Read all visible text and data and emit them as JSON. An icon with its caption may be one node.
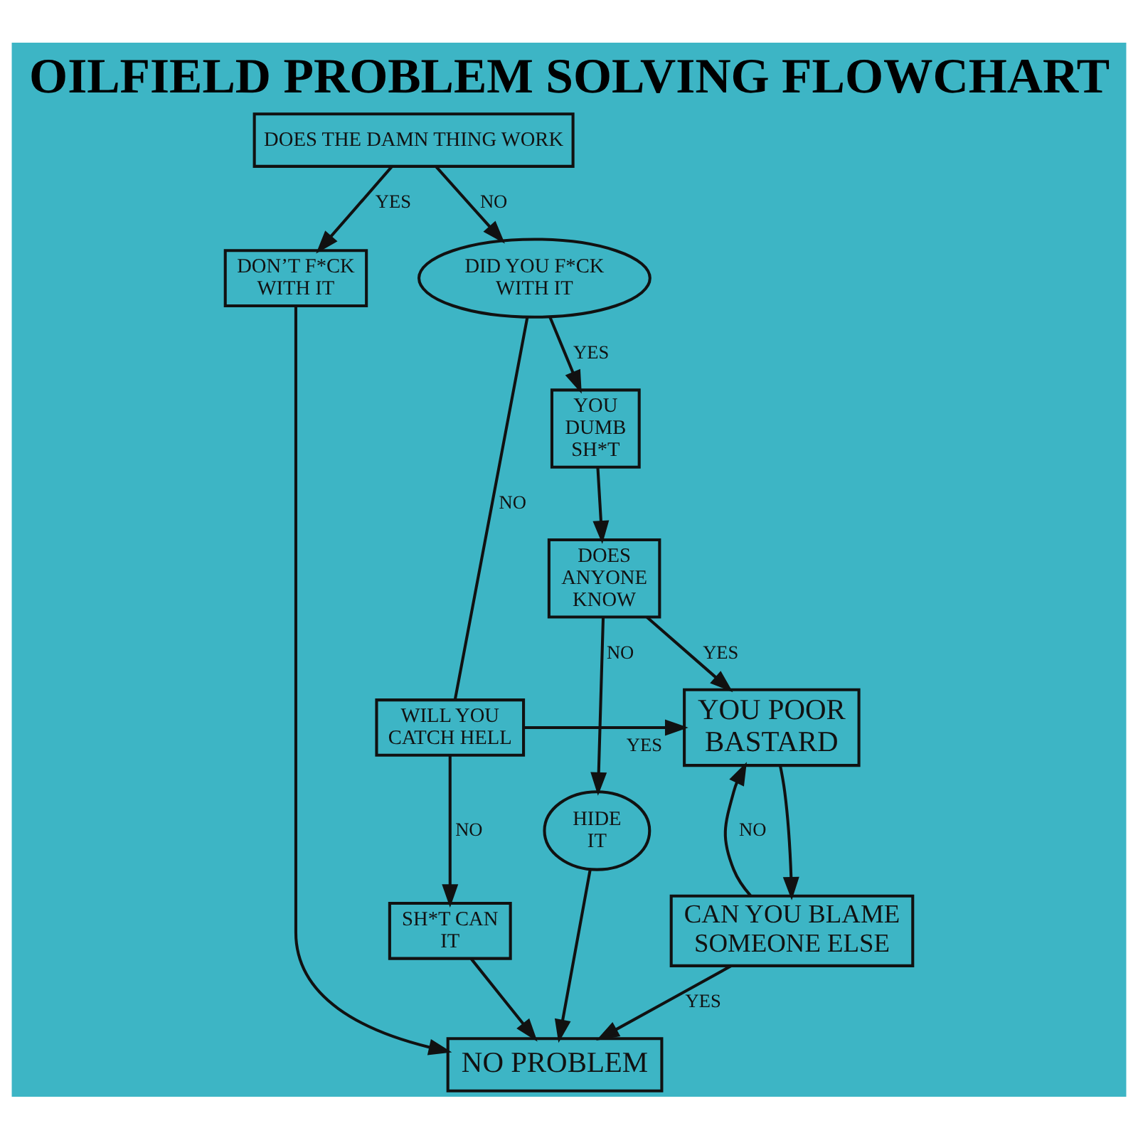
{
  "diagram": {
    "title": "OILFIELD PROBLEM SOLVING FLOWCHART",
    "nodes": [
      {
        "text": [
          "DOES THE DAMN THING WORK"
        ]
      },
      {
        "text": [
          "DON’T F*CK WITH IT"
        ]
      },
      {
        "text": [
          "DID YOU F*CK WITH IT"
        ]
      },
      {
        "text": [
          "YOU DUMB SH*T"
        ]
      },
      {
        "text": [
          "DOES ANYONE KNOW"
        ]
      },
      {
        "text": [
          "HIDE IT"
        ]
      },
      {
        "text": [
          "YOU POOR BASTARD"
        ]
      },
      {
        "text": [
          "WILL YOU CATCH HELL"
        ]
      },
      {
        "text": [
          "CAN YOU BLAME SOMEONE ELSE"
        ]
      },
      {
        "text": [
          "SH*T CAN IT"
        ]
      },
      {
        "text": [
          "NO PROBLEM"
        ]
      }
    ],
    "edges": [
      {
        "from": 0,
        "to": 1,
        "arrow": "to",
        "label": "YES"
      },
      {
        "from": 0,
        "to": 2,
        "arrow": "to",
        "label": "NO"
      },
      {
        "from": 2,
        "to": 3,
        "arrow": "to",
        "label": "YES"
      },
      {
        "from": 2,
        "to": 7,
        "arrow": "none",
        "label": "NO"
      },
      {
        "from": 3,
        "to": 4,
        "arrow": "to"
      },
      {
        "from": 4,
        "to": 5,
        "arrow": "to",
        "label": "NO"
      },
      {
        "from": 4,
        "to": 6,
        "arrow": "to",
        "label": "YES"
      },
      {
        "from": 7,
        "to": 6,
        "arrow": "to",
        "label": "YES"
      },
      {
        "from": 7,
        "to": 9,
        "arrow": "to",
        "label": "NO"
      },
      {
        "from": 6,
        "to": 8,
        "arrow": "to"
      },
      {
        "from": 8,
        "to": 6,
        "arrow": "to",
        "label": "NO"
      },
      {
        "from": 8,
        "to": 10,
        "arrow": "to",
        "label": "YES"
      },
      {
        "from": 1,
        "to": 10,
        "arrow": "to"
      },
      {
        "from": 5,
        "to": 10,
        "arrow": "to"
      },
      {
        "from": 9,
        "to": 10,
        "arrow": "to"
      }
    ]
  }
}
